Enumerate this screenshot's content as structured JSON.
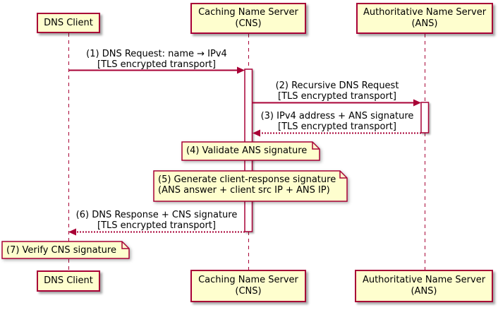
{
  "colors": {
    "border": "#A80036",
    "participant_fill": "#FEFECE",
    "note_fill": "#FEFECE",
    "lifeline": "#A80036",
    "arrow": "#A80036",
    "activation_fill": "#FFFFFF",
    "text": "#000000"
  },
  "participants": {
    "client": {
      "name": "DNS Client"
    },
    "cns": {
      "name": "Caching Name Server",
      "abbr": "(CNS)"
    },
    "ans": {
      "name": "Authoritative Name Server",
      "abbr": "(ANS)"
    }
  },
  "messages": {
    "m1": {
      "line1": "(1) DNS Request: name → IPv4",
      "line2": "[TLS encrypted transport]",
      "style": "solid",
      "from": "client",
      "to": "cns"
    },
    "m2": {
      "line1": "(2) Recursive DNS Request",
      "line2": "[TLS encrypted transport]",
      "style": "solid",
      "from": "cns",
      "to": "ans"
    },
    "m3": {
      "line1": "(3) IPv4 address + ANS signature",
      "line2": "[TLS encrypted transport]",
      "style": "dotted",
      "from": "ans",
      "to": "cns"
    },
    "m6": {
      "line1": "(6) DNS Response + CNS signature",
      "line2": "[TLS encrypted transport]",
      "style": "dotted",
      "from": "cns",
      "to": "client"
    }
  },
  "notes": {
    "n4": {
      "text": "(4) Validate ANS signature",
      "over": "cns"
    },
    "n5": {
      "line1": "(5) Generate client-response signature",
      "line2": "(ANS answer + client src IP + ANS IP)",
      "over": "cns"
    },
    "n7": {
      "text": "(7) Verify CNS signature",
      "over": "client"
    }
  }
}
